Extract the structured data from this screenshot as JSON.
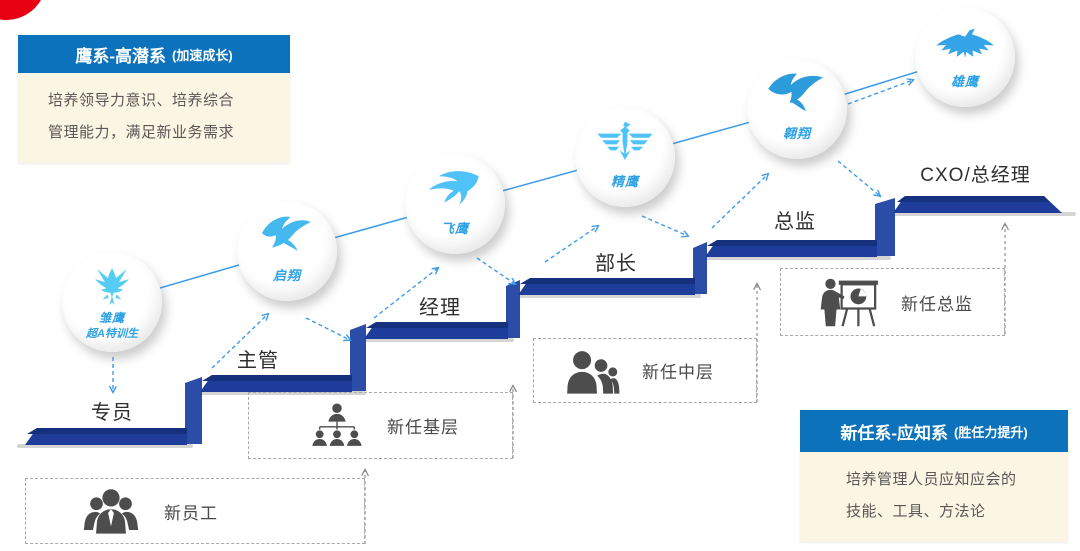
{
  "badge": {
    "name": "red-corner-logo",
    "color": "#E60012"
  },
  "info_boxes": {
    "top_left": {
      "title": "鹰系-高潜系",
      "subtitle": "(加速成长)",
      "lines": [
        "培养领导力意识、培养综合",
        "管理能力，满足新业务需求"
      ],
      "header_color": "#0D72BC",
      "body_color": "#FBF5E3"
    },
    "bottom_right": {
      "title": "新任系-应知系",
      "subtitle": "(胜任力提升)",
      "lines": [
        "培养管理人员应知应会的",
        "技能、工具、方法论"
      ],
      "header_color": "#0D72BC",
      "body_color": "#FBF5E3"
    }
  },
  "ladder": {
    "step_color": "#1E3C99",
    "steps": [
      {
        "label": "专员"
      },
      {
        "label": "主管"
      },
      {
        "label": "经理"
      },
      {
        "label": "部长"
      },
      {
        "label": "总监"
      },
      {
        "label": "CXO/总经理"
      }
    ]
  },
  "eagles": [
    {
      "label": "雏鹰",
      "sublabel": "超A特训生",
      "icon": "eagle-chick-icon"
    },
    {
      "label": "启翔",
      "icon": "eagle-takeoff-icon"
    },
    {
      "label": "飞鹰",
      "icon": "eagle-flying-icon"
    },
    {
      "label": "精鹰",
      "icon": "eagle-elite-icon"
    },
    {
      "label": "翱翔",
      "icon": "eagle-soaring-icon"
    },
    {
      "label": "雄鹰",
      "icon": "eagle-mighty-icon"
    }
  ],
  "programs": [
    {
      "label": "新员工",
      "icon": "new-staff-group-icon"
    },
    {
      "label": "新任基层",
      "icon": "org-chart-icon"
    },
    {
      "label": "新任中层",
      "icon": "three-people-icon"
    },
    {
      "label": "新任总监",
      "icon": "presenter-board-icon"
    }
  ],
  "colors": {
    "arrow_blue": "#3D9BE9",
    "connector_gray": "#909090",
    "eagle_blue": "#4FC3F7",
    "step_navy": "#1E3C99",
    "riser_blue": "#2B4DA8"
  }
}
